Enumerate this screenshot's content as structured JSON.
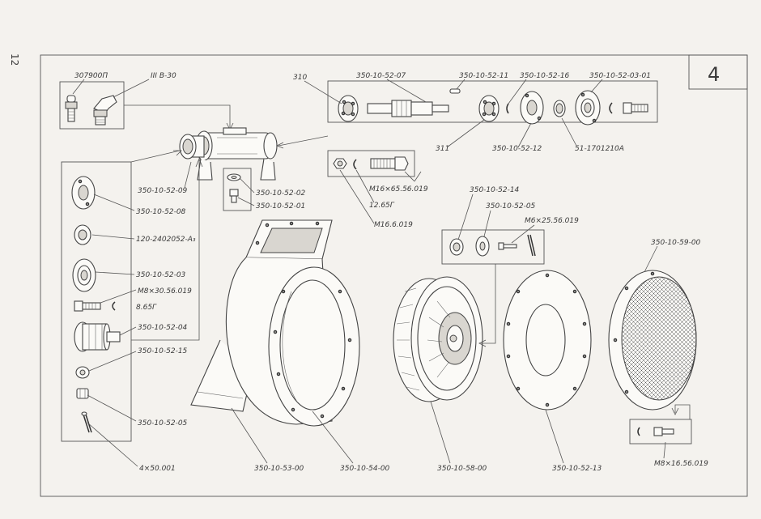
{
  "page": {
    "page_number": "12",
    "figure_number": "4"
  },
  "labels": {
    "l_307900p": "307900П",
    "l_3v30": "III В-30",
    "l_310": "310",
    "l_07": "350-10-52-07",
    "l_11": "350-10-52-11",
    "l_16": "350-10-52-16",
    "l_03_01": "350-10-52-03-01",
    "l_311": "311",
    "l_12": "350-10-52-12",
    "l_51": "51-1701210А",
    "l_09": "350-10-52-09",
    "l_02": "350-10-52-02",
    "l_01": "350-10-52-01",
    "l_m16_65": "М16×65.56.019",
    "l_12_65g": "12.65Г",
    "l_m16": "М16.6.019",
    "l_08": "350-10-52-08",
    "l_120": "120-2402052-А₃",
    "l_03": "350-10-52-03",
    "l_m8_30": "М8×30.56.019",
    "l_8_65g": "8.65Г",
    "l_04": "350-10-52-04",
    "l_15": "350-10-52-15",
    "l_05b": "350-10-52-05",
    "l_4x50": "4×50.001",
    "l_14": "350-10-52-14",
    "l_05": "350-10-52-05",
    "l_m6": "М6×25.56.019",
    "l_59": "350-10-59-00",
    "l_53": "350-10-53-00",
    "l_54": "350-10-54-00",
    "l_58": "350-10-58-00",
    "l_13": "350-10-52-13",
    "l_m8_16": "М8×16.56.019"
  }
}
